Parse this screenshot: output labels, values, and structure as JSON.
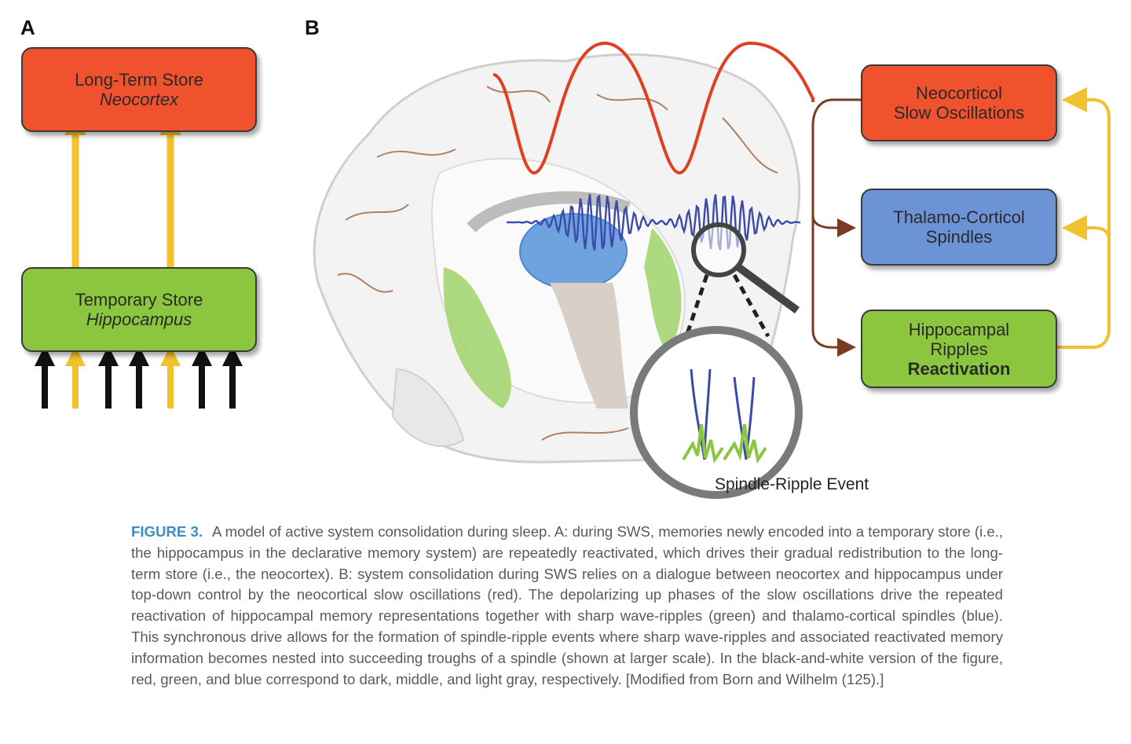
{
  "panel_a": {
    "letter": "A",
    "long_term_store": {
      "title": "Long-Term Store",
      "subtitle": "Neocortex",
      "color": "#f0522e"
    },
    "temporary_store": {
      "title": "Temporary Store",
      "subtitle": "Hippocampus",
      "color": "#8cc63f"
    },
    "input_arrows": [
      "black",
      "yellow",
      "black",
      "black",
      "yellow",
      "black",
      "black"
    ]
  },
  "panel_b": {
    "letter": "B",
    "slow_oscillations": {
      "line1": "Neocorticol",
      "line2": "Slow Oscillations",
      "color": "#f0522e"
    },
    "spindles": {
      "line1": "Thalamo-Corticol",
      "line2": "Spindles",
      "color": "#6b93d6"
    },
    "ripples": {
      "line1": "Hippocampal",
      "line2": "Ripples",
      "line3": "Reactivation",
      "color": "#8cc63f"
    },
    "event_label": "Spindle-Ripple Event"
  },
  "caption": {
    "label": "FIGURE 3.",
    "text": "A model of active system consolidation during sleep. A: during SWS, memories newly encoded into a temporary store (i.e., the hippocampus in the declarative memory system) are repeatedly reactivated, which drives their gradual redistribution to the long-term store (i.e., the neocortex). B: system consolidation during SWS relies on a dialogue between neocortex and hippocampus under top-down control by the neocortical slow oscillations (red). The depolarizing up phases of the slow oscillations drive the repeated reactivation of hippocampal memory representations together with sharp wave-ripples (green) and thalamo-cortical spindles (blue). This synchronous drive allows for the formation of spindle-ripple events where sharp wave-ripples and associated reactivated memory information becomes nested into succeeding troughs of a spindle (shown at larger scale). In the black-and-white version of the figure, red, green, and blue correspond to dark, middle, and light gray, respectively. [Modified from Born and Wilhelm (125).]"
  },
  "colors": {
    "arrow_yellow": "#f2c12e",
    "arrow_brown": "#7a3b22",
    "wave_red": "#e0401f",
    "wave_blue": "#3b4aa8"
  }
}
